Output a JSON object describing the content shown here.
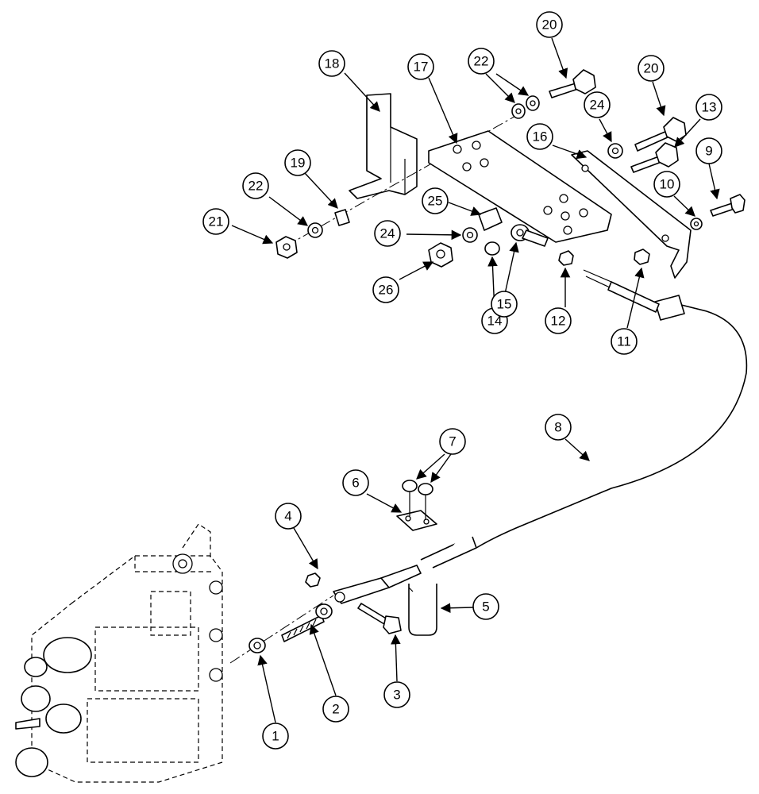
{
  "callouts": [
    {
      "id": "c1",
      "label": "1"
    },
    {
      "id": "c2",
      "label": "2"
    },
    {
      "id": "c3",
      "label": "3"
    },
    {
      "id": "c4",
      "label": "4"
    },
    {
      "id": "c5",
      "label": "5"
    },
    {
      "id": "c6",
      "label": "6"
    },
    {
      "id": "c7",
      "label": "7"
    },
    {
      "id": "c8",
      "label": "8"
    },
    {
      "id": "c9",
      "label": "9"
    },
    {
      "id": "c10",
      "label": "10"
    },
    {
      "id": "c11",
      "label": "11"
    },
    {
      "id": "c12",
      "label": "12"
    },
    {
      "id": "c13",
      "label": "13"
    },
    {
      "id": "c14",
      "label": "14"
    },
    {
      "id": "c15",
      "label": "15"
    },
    {
      "id": "c16",
      "label": "16"
    },
    {
      "id": "c17",
      "label": "17"
    },
    {
      "id": "c18",
      "label": "18"
    },
    {
      "id": "c19",
      "label": "19"
    },
    {
      "id": "c20a",
      "label": "20"
    },
    {
      "id": "c20b",
      "label": "20"
    },
    {
      "id": "c21",
      "label": "21"
    },
    {
      "id": "c22a",
      "label": "22"
    },
    {
      "id": "c22b",
      "label": "22"
    },
    {
      "id": "c24a",
      "label": "24"
    },
    {
      "id": "c24b",
      "label": "24"
    },
    {
      "id": "c25",
      "label": "25"
    },
    {
      "id": "c26",
      "label": "26"
    }
  ]
}
